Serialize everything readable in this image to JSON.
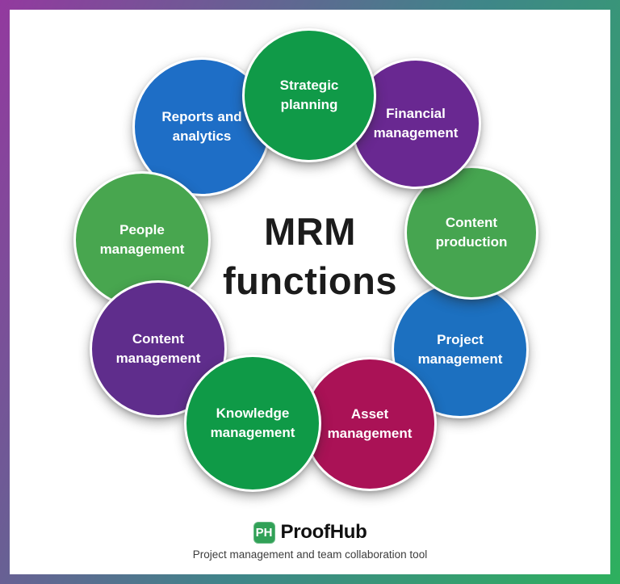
{
  "frame": {
    "border_gradient": [
      "#93399f",
      "#3f8589",
      "#2eb05e"
    ],
    "background": "#ffffff"
  },
  "center": {
    "title_line1": "MRM",
    "title_line2": "functions",
    "text_color": "#1b1b1b"
  },
  "circles": [
    {
      "name": "strategic-planning",
      "line1": "Strategic",
      "line2": "planning",
      "color": "#109a48",
      "text_color": "#ffffff"
    },
    {
      "name": "financial-management",
      "line1": "Financial",
      "line2": "management",
      "color": "#692891",
      "text_color": "#ffffff"
    },
    {
      "name": "content-production",
      "line1": "Content",
      "line2": "production",
      "color": "#46a550",
      "text_color": "#ffffff"
    },
    {
      "name": "project-management",
      "line1": "Project",
      "line2": "management",
      "color": "#1c70c0",
      "text_color": "#ffffff"
    },
    {
      "name": "asset-management",
      "line1": "Asset",
      "line2": "management",
      "color": "#aa1256",
      "text_color": "#ffffff"
    },
    {
      "name": "knowledge-management",
      "line1": "Knowledge",
      "line2": "management",
      "color": "#0f9a47",
      "text_color": "#ffffff"
    },
    {
      "name": "content-management",
      "line1": "Content",
      "line2": "management",
      "color": "#5f2d8c",
      "text_color": "#ffffff"
    },
    {
      "name": "people-management",
      "line1": "People",
      "line2": "management",
      "color": "#48a64f",
      "text_color": "#ffffff"
    },
    {
      "name": "reports-and-analytics",
      "line1": "Reports and",
      "line2": "analytics",
      "color": "#1e6ec6",
      "text_color": "#ffffff"
    }
  ],
  "footer": {
    "logo_monogram": "PH",
    "logo_color": "#31a157",
    "brand_name": "ProofHub",
    "tagline": "Project management and team collaboration tool"
  }
}
